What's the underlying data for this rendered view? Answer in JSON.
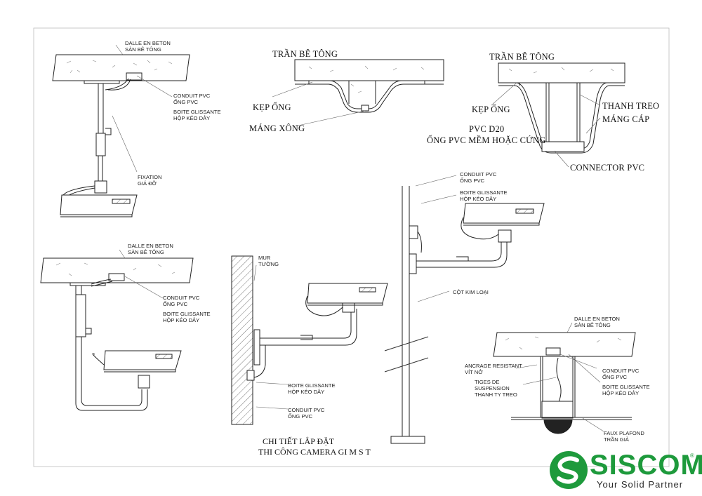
{
  "labels": {
    "dalle1": [
      "DALLE EN BETON",
      "SÀN BÊ TÔNG"
    ],
    "conduit1": [
      "CONDUIT PVC",
      "ỐNG PVC"
    ],
    "boite1": [
      "BOITE GLISSANTE",
      "HỘP KÉO DÂY"
    ],
    "fixation": [
      "FIXATION",
      "GIÁ ĐỠ"
    ],
    "dalle2": [
      "DALLE EN BETON",
      "SÀN BÊ TÔNG"
    ],
    "conduit2": [
      "CONDUIT PVC",
      "ỐNG PVC"
    ],
    "boite2": [
      "BOITE GLISSANTE",
      "HỘP KÉO DÂY"
    ],
    "mur": [
      "MUR",
      "TƯỜNG"
    ],
    "boite3": [
      "BOITE GLISSANTE",
      "HỘP KÉO DÂY"
    ],
    "conduit3": [
      "CONDUIT PVC",
      "ỐNG PVC"
    ],
    "conduit4": [
      "CONDUIT PVC",
      "ỐNG PVC"
    ],
    "boite4": [
      "BOITE GLISSANTE",
      "HỘP KÉO DÂY"
    ],
    "cot": [
      "CỘT KIM LOẠI"
    ],
    "dalle3": [
      "DALLE EN BETON",
      "SÀN BÊ TÔNG"
    ],
    "ancrage": [
      "ANCRAGE RESISTANT",
      "VÍT NỞ"
    ],
    "tiges": [
      "TIGES DE",
      "SUSPENSION",
      "THANH TY TREO"
    ],
    "conduit5": [
      "CONDUIT PVC",
      "ỐNG PVC"
    ],
    "boite5": [
      "BOITE GLISSANTE",
      "HỘP KÉO DÂY"
    ],
    "faux": [
      "FAUX PLAFOND",
      "TRẦN GIẢ"
    ]
  },
  "serif_labels": {
    "tran1": "TRẦN BÊ TÔNG",
    "kep1": "KẸP ỐNG",
    "mang_xong": "MÁNG XÔNG",
    "tran2": "TRẦN BÊ TÔNG",
    "kep2": "KẸP ỐNG",
    "thanh_treo": "THANH TREO",
    "mang_cap": "MÁNG CÁP",
    "pvc_d20": "PVC D20",
    "ong_pvc_mem": "ỐNG PVC MỀM HOẶC CỨNG",
    "connector": "CONNECTOR PVC"
  },
  "caption": [
    "CHI TIẾT LẮP ĐẶT",
    "THI CÔNG CAMERA GI    M S    T"
  ],
  "logo": {
    "word": "SISCOM",
    "tagline": "Your  Solid  Partner",
    "reg": "®",
    "color": "#1e9a3c"
  }
}
